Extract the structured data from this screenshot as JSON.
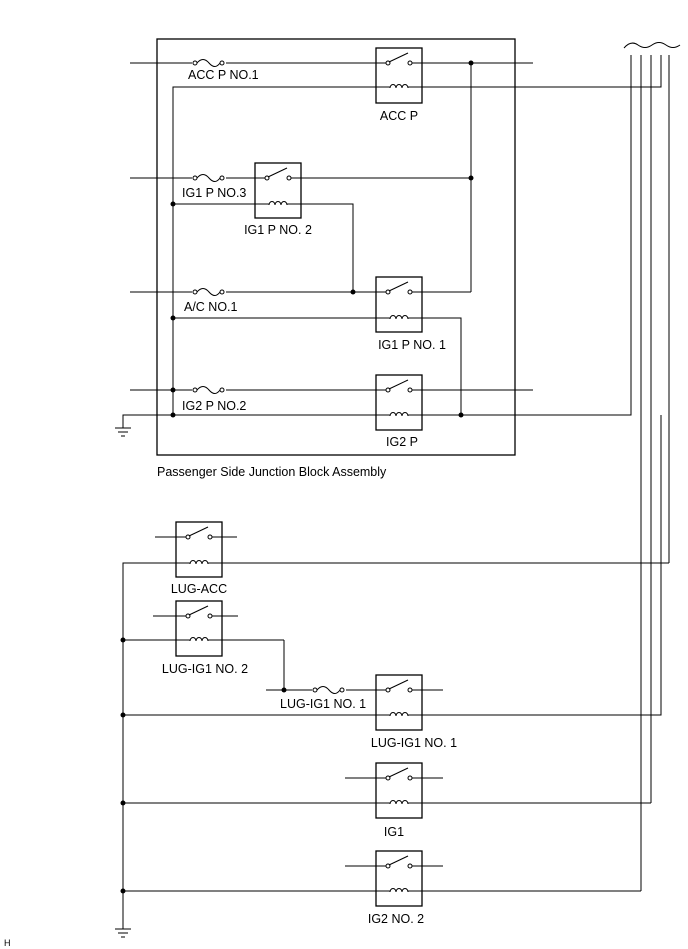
{
  "junction_block": {
    "label": "Passenger Side Junction Block Assembly"
  },
  "fuses": {
    "acc_p_no1": "ACC P NO.1",
    "ig1_p_no3": "IG1 P NO.3",
    "ac_no1": "A/C NO.1",
    "ig2_p_no2": "IG2 P NO.2",
    "lug_ig1_no1": "LUG-IG1 NO. 1"
  },
  "relays": {
    "acc_p": "ACC P",
    "ig1_p_no2": "IG1 P NO. 2",
    "ig1_p_no1": "IG1 P NO. 1",
    "ig2_p": "IG2 P",
    "lug_acc": "LUG-ACC",
    "lug_ig1_no2": "LUG-IG1 NO. 2",
    "lug_ig1_no1": "LUG-IG1 NO. 1",
    "ig1": "IG1",
    "ig2_no2": "IG2 NO. 2"
  },
  "figure_mark": "H"
}
